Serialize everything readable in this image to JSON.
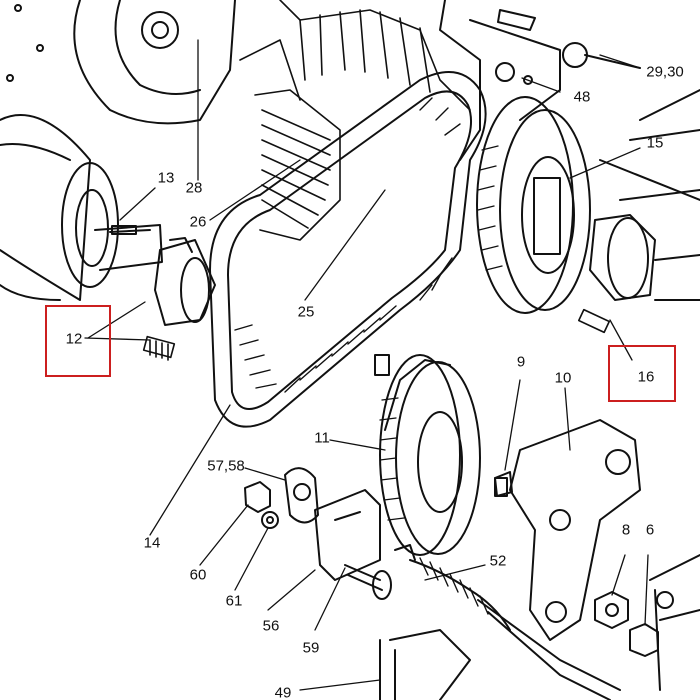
{
  "diagram": {
    "highlight_color": "#cc1f1f",
    "callouts": [
      {
        "id": "c29_30",
        "text": "29,30"
      },
      {
        "id": "c48",
        "text": "48"
      },
      {
        "id": "c15",
        "text": "15"
      },
      {
        "id": "c13",
        "text": "13"
      },
      {
        "id": "c28",
        "text": "28"
      },
      {
        "id": "c26",
        "text": "26"
      },
      {
        "id": "c25",
        "text": "25"
      },
      {
        "id": "c12",
        "text": "12"
      },
      {
        "id": "c16",
        "text": "16"
      },
      {
        "id": "c9",
        "text": "9"
      },
      {
        "id": "c10",
        "text": "10"
      },
      {
        "id": "c11",
        "text": "11"
      },
      {
        "id": "c57_58",
        "text": "57,58"
      },
      {
        "id": "c14",
        "text": "14"
      },
      {
        "id": "c60",
        "text": "60"
      },
      {
        "id": "c61",
        "text": "61"
      },
      {
        "id": "c56",
        "text": "56"
      },
      {
        "id": "c59",
        "text": "59"
      },
      {
        "id": "c52",
        "text": "52"
      },
      {
        "id": "c8",
        "text": "8"
      },
      {
        "id": "c6",
        "text": "6"
      },
      {
        "id": "c49",
        "text": "49"
      }
    ],
    "highlighted": [
      "12",
      "16"
    ]
  }
}
